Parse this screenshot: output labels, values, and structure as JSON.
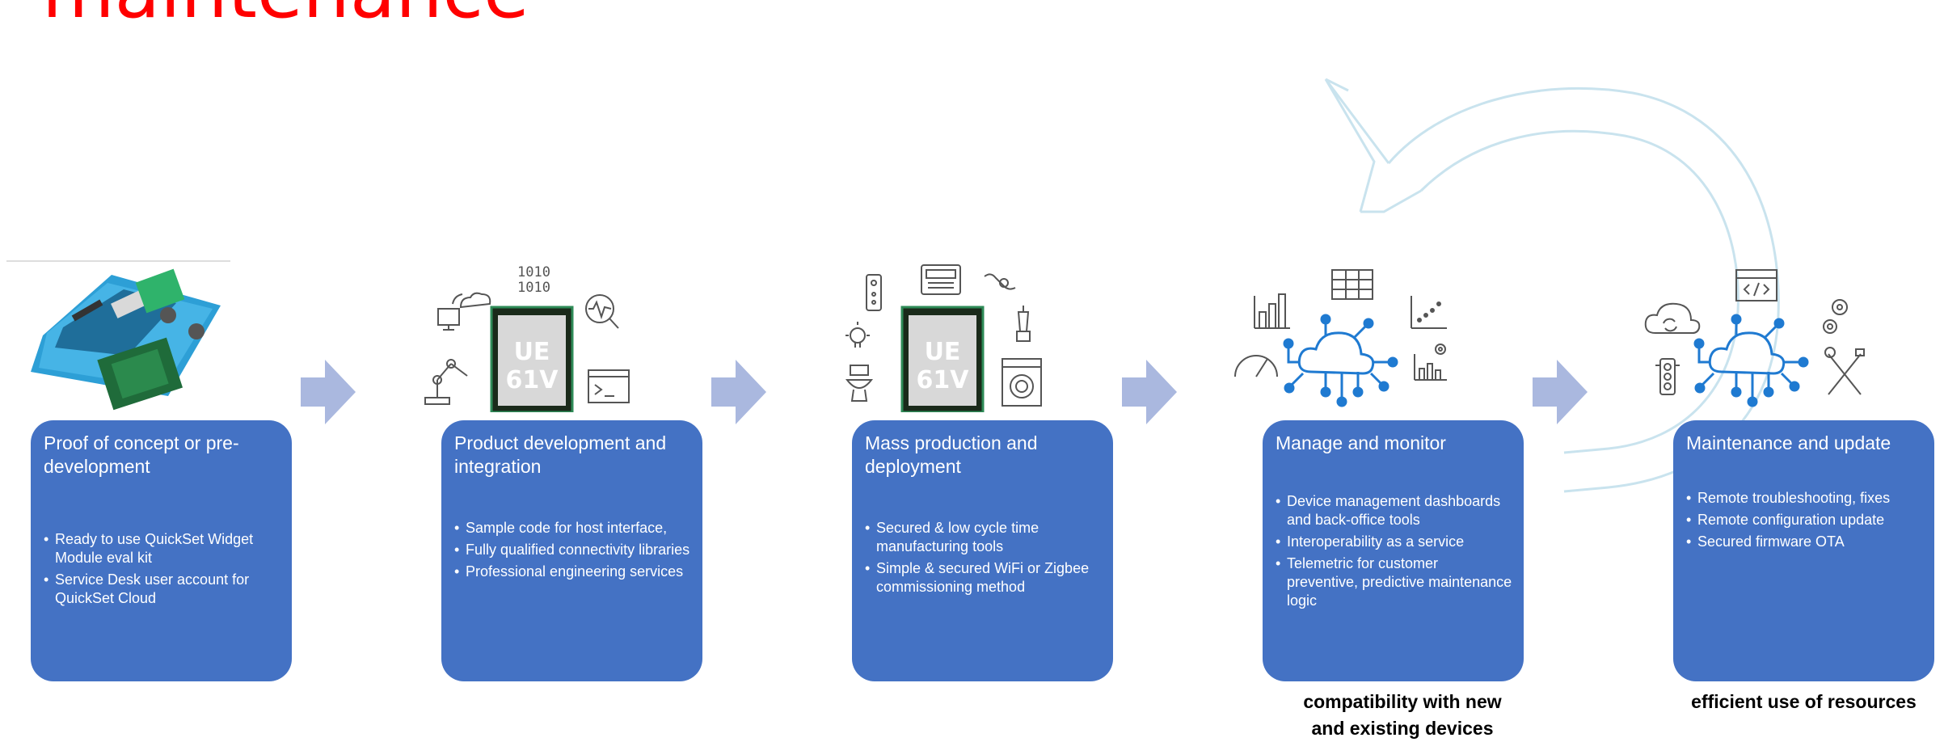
{
  "page": {
    "title": "maintenance",
    "accent_color": "#ff0000",
    "card_color": "#4472c4",
    "arrow_color": "#aab8df",
    "cycle_color": "#c9e3ee"
  },
  "stages": [
    {
      "title": "Proof of concept or pre-development",
      "bullets": [
        "Ready to use QuickSet Widget Module eval kit",
        "Service Desk user account for QuickSet Cloud"
      ],
      "icons": [
        "eval-kit-board-photo"
      ]
    },
    {
      "title": "Product development and integration",
      "bullets": [
        "Sample code for host interface,",
        "Fully qualified connectivity libraries",
        "Professional engineering services"
      ],
      "icons": [
        "binary-code-icon",
        "computer-cloud-sync-icon",
        "chip-module-icon",
        "analysis-magnifier-icon",
        "robot-arm-icon",
        "terminal-window-icon"
      ],
      "chip_text": "UE 61V"
    },
    {
      "title": "Mass production and deployment",
      "bullets": [
        "Secured & low cycle time manufacturing tools",
        "Simple & secured WiFi or Zigbee commissioning method"
      ],
      "icons": [
        "remote-control-icon",
        "thermostat-icon",
        "plug-icon",
        "light-bulb-icon",
        "chip-module-icon",
        "blender-icon",
        "toilet-icon",
        "washing-machine-icon"
      ],
      "chip_text": "UE 61V"
    },
    {
      "title": "Manage and monitor",
      "bullets": [
        "Device management dashboards and back-office tools",
        "Interoperability as a service",
        "Telemetric for customer preventive, predictive maintenance logic"
      ],
      "icons": [
        "bar-chart-icon",
        "grid-table-icon",
        "scatter-chart-icon",
        "gauge-icon",
        "cloud-network-icon",
        "gear-chart-icon"
      ],
      "footnote": "compatibility with new and existing devices"
    },
    {
      "title": "Maintenance and update",
      "bullets": [
        "Remote troubleshooting, fixes",
        "Remote configuration update",
        "Secured firmware OTA"
      ],
      "icons": [
        "code-window-icon",
        "cloud-sync-icon",
        "gears-icon",
        "traffic-light-icon",
        "cloud-network-icon",
        "tools-icon"
      ],
      "footnote": "efficient use of resources"
    }
  ]
}
